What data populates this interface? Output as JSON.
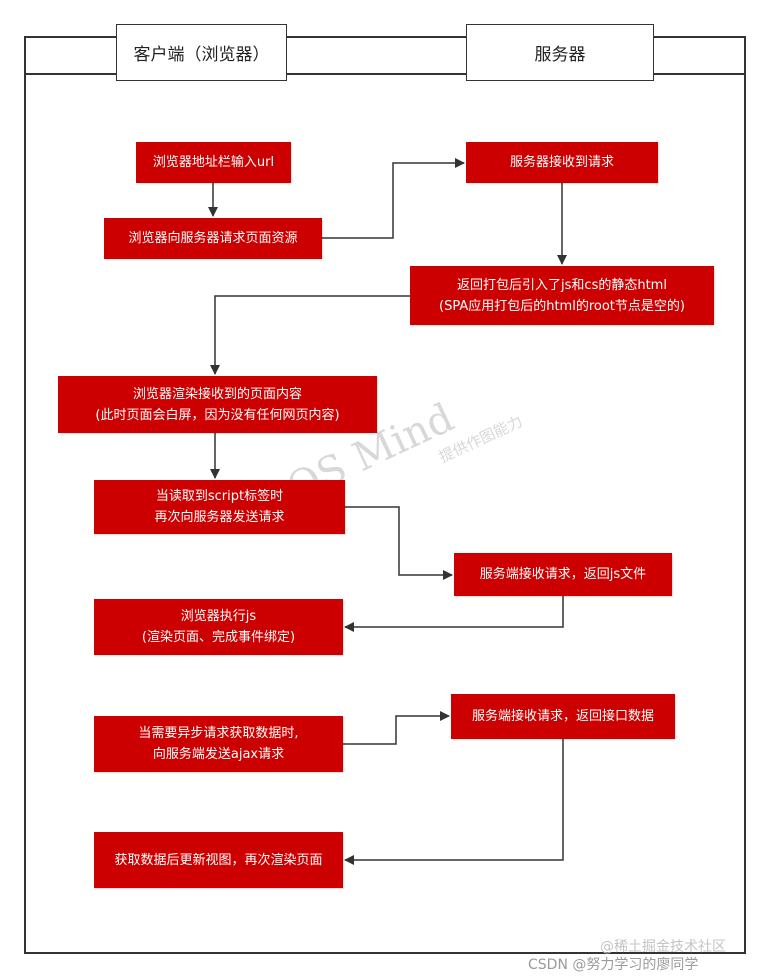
{
  "lanes": {
    "client": "客户端（浏览器）",
    "server": "服务器"
  },
  "nodes": {
    "n1": {
      "line1": "浏览器地址栏输入url"
    },
    "n2": {
      "line1": "浏览器向服务器请求页面资源"
    },
    "n3": {
      "line1": "服务器接收到请求"
    },
    "n4": {
      "line1": "返回打包后引入了js和cs的静态html",
      "line2": "(SPA应用打包后的html的root节点是空的)"
    },
    "n5": {
      "line1": "浏览器渲染接收到的页面内容",
      "line2": "(此时页面会白屏，因为没有任何网页内容)"
    },
    "n6": {
      "line1": "当读取到script标签时",
      "line2": "再次向服务器发送请求"
    },
    "n7": {
      "line1": "服务端接收请求，返回js文件"
    },
    "n8": {
      "line1": "浏览器执行js",
      "line2": "(渲染页面、完成事件绑定)"
    },
    "n9": {
      "line1": "当需要异步请求获取数据时,",
      "line2": "向服务端发送ajax请求"
    },
    "n10": {
      "line1": "服务端接收请求，返回接口数据"
    },
    "n11": {
      "line1": "获取数据后更新视图，再次渲染页面"
    }
  },
  "watermark": {
    "brand": "OS Mind",
    "sub": "提供作图能力"
  },
  "credits": {
    "juejin": "@稀土掘金技术社区",
    "csdn": "CSDN @努力学习的廖同学"
  },
  "colors": {
    "node_fill": "#cc0000",
    "node_text": "#ffffff",
    "line": "#333333"
  }
}
